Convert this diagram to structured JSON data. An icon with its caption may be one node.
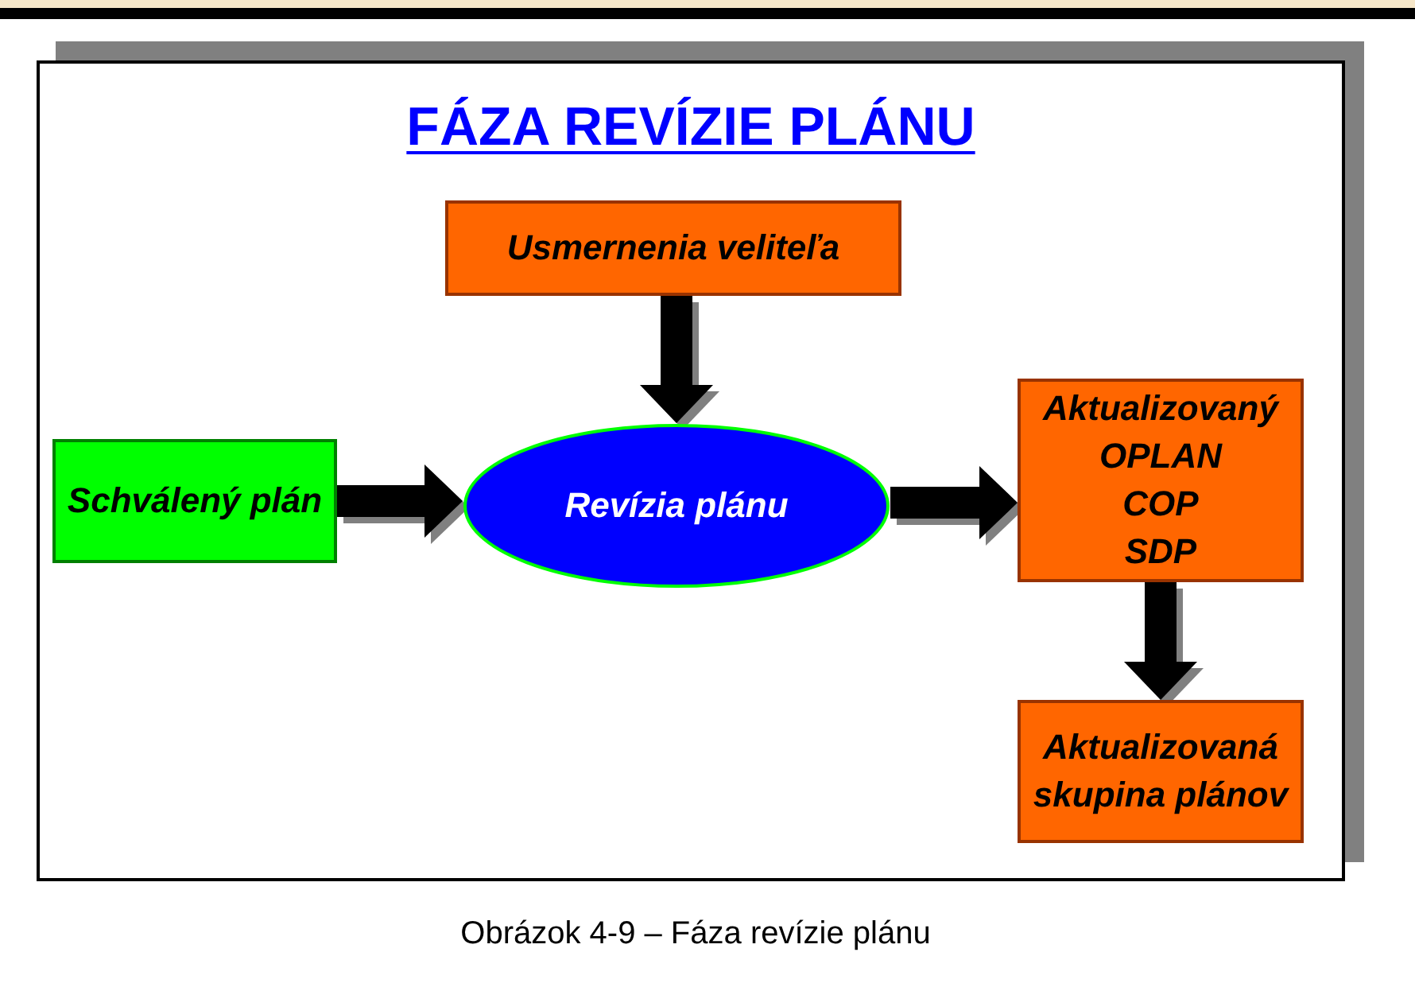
{
  "diagram": {
    "title": "FÁZA REVÍZIE PLÁNU",
    "caption": "Obrázok 4-9 – Fáza revízie plánu",
    "nodes": [
      {
        "text": [
          "Usmernenia veliteľa"
        ]
      },
      {
        "text": [
          "Schválený plán"
        ]
      },
      {
        "text": [
          "Revízia plánu"
        ]
      },
      {
        "text": [
          "Aktualizovaný",
          "OPLAN",
          "COP",
          "SDP"
        ]
      },
      {
        "text": [
          "Aktualizovaná skupina plánov"
        ]
      }
    ],
    "edges": [
      {
        "from": 0,
        "to": 2,
        "arrow": "to"
      },
      {
        "from": 1,
        "to": 2,
        "arrow": "to"
      },
      {
        "from": 2,
        "to": 3,
        "arrow": "to"
      },
      {
        "from": 3,
        "to": 4,
        "arrow": "to"
      }
    ]
  }
}
